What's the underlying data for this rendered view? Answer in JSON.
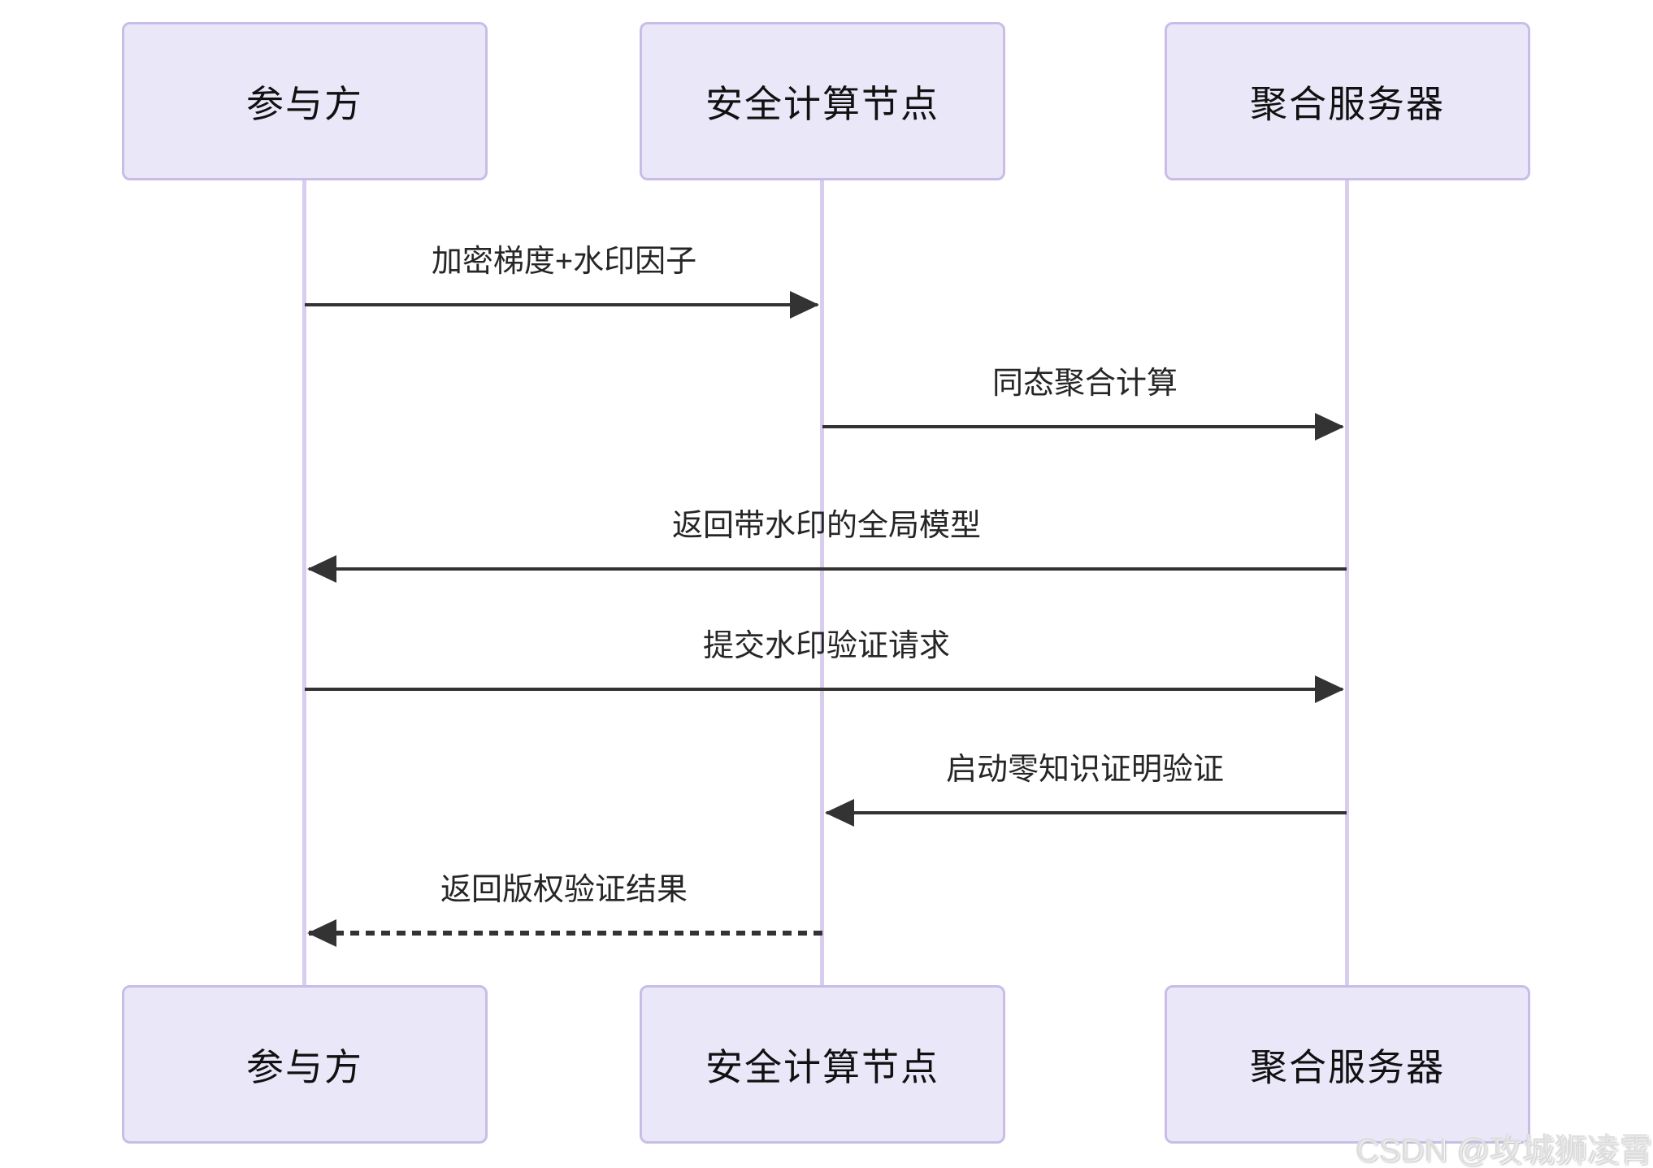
{
  "diagram": {
    "type": "sequence-diagram",
    "actors": [
      {
        "id": "participant",
        "label": "参与方"
      },
      {
        "id": "compute-node",
        "label": "安全计算节点"
      },
      {
        "id": "aggregation-server",
        "label": "聚合服务器"
      }
    ],
    "messages": [
      {
        "label": "加密梯度+水印因子",
        "from": "participant",
        "to": "compute-node",
        "line": "solid"
      },
      {
        "label": "同态聚合计算",
        "from": "compute-node",
        "to": "aggregation-server",
        "line": "solid"
      },
      {
        "label": "返回带水印的全局模型",
        "from": "aggregation-server",
        "to": "participant",
        "line": "solid"
      },
      {
        "label": "提交水印验证请求",
        "from": "participant",
        "to": "aggregation-server",
        "line": "solid"
      },
      {
        "label": "启动零知识证明验证",
        "from": "aggregation-server",
        "to": "compute-node",
        "line": "solid"
      },
      {
        "label": "返回版权验证结果",
        "from": "compute-node",
        "to": "participant",
        "line": "dashed"
      }
    ],
    "watermark": "CSDN @攻城狮凌霄",
    "colors": {
      "actor_fill": "#EAE7F9",
      "actor_border": "#C9BDE8",
      "lifeline": "#D9CDEF",
      "arrow": "#333333",
      "label_text": "#262626",
      "watermark_text": "#DEDEDE"
    }
  }
}
